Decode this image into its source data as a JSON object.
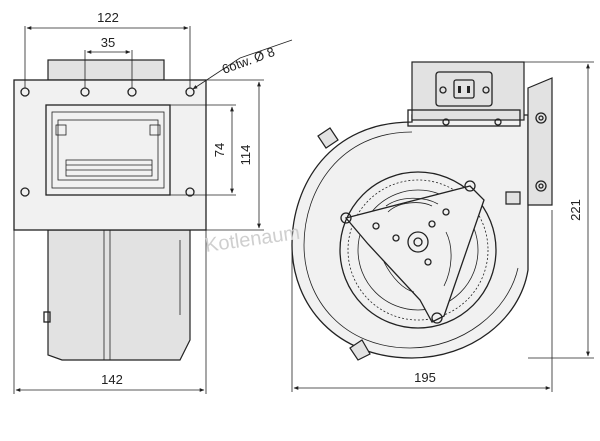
{
  "dimensions": {
    "top_width": "122",
    "hole_spacing": "35",
    "holes_note": "6otw. Ø 8",
    "inner_height": "74",
    "flange_height": "114",
    "bottom_width": "142",
    "side_width": "195",
    "side_height": "221"
  },
  "watermark": "Kotlenaum"
}
